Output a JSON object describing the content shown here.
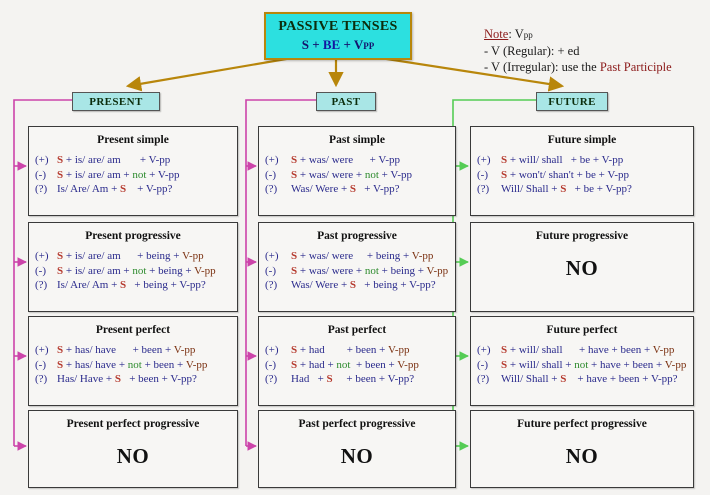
{
  "title": {
    "line1": "PASSIVE TENSES",
    "s": "S",
    "plus1": "+",
    "be": "BE",
    "plus2": "+",
    "v": "V",
    "pp": "PP"
  },
  "note": {
    "label": "Note",
    "colon": ": ",
    "head_v": "V",
    "head_pp": "pp",
    "line2": "- V (Regular):  + ed",
    "line3_pre": "- V (Irregular): use the ",
    "line3_em": "Past Participle"
  },
  "columns": [
    {
      "chip": "PRESENT",
      "accent": "#cc44aa"
    },
    {
      "chip": "PAST",
      "accent": "#cc44aa"
    },
    {
      "chip": "FUTURE",
      "accent": "#55cc55"
    }
  ],
  "cards": {
    "present_simple": {
      "header": "Present simple",
      "rows": [
        {
          "sign": "(+)",
          "parts": [
            {
              "t": "S",
              "c": "s"
            },
            {
              "t": " + is/ are/ am",
              "c": "n"
            },
            {
              "t": "       + V-pp",
              "c": "n"
            }
          ]
        },
        {
          "sign": "(-)",
          "parts": [
            {
              "t": "S",
              "c": "s"
            },
            {
              "t": " + is/ are/ am +  ",
              "c": "n"
            },
            {
              "t": "not",
              "c": "g"
            },
            {
              "t": " + V-pp",
              "c": "n"
            }
          ]
        },
        {
          "sign": "(?)",
          "parts": [
            {
              "t": "Is/ Are/ Am +  ",
              "c": "n"
            },
            {
              "t": "S",
              "c": "s"
            },
            {
              "t": "    + V-pp?",
              "c": "n"
            }
          ]
        }
      ]
    },
    "past_simple": {
      "header": "Past simple",
      "rows": [
        {
          "sign": "(+)",
          "parts": [
            {
              "t": "S",
              "c": "s"
            },
            {
              "t": " + was/ were",
              "c": "n"
            },
            {
              "t": "      + V-pp",
              "c": "n"
            }
          ]
        },
        {
          "sign": "(-)",
          "parts": [
            {
              "t": "S",
              "c": "s"
            },
            {
              "t": " + was/ were + ",
              "c": "n"
            },
            {
              "t": "not",
              "c": "g"
            },
            {
              "t": " + V-pp",
              "c": "n"
            }
          ]
        },
        {
          "sign": "(?)",
          "parts": [
            {
              "t": "Was/ Were +  ",
              "c": "n"
            },
            {
              "t": "S",
              "c": "s"
            },
            {
              "t": "   + V-pp?",
              "c": "n"
            }
          ]
        }
      ]
    },
    "future_simple": {
      "header": "Future simple",
      "rows": [
        {
          "sign": "(+)",
          "parts": [
            {
              "t": "S",
              "c": "s"
            },
            {
              "t": " + will/ shall",
              "c": "n"
            },
            {
              "t": "   + be + V-pp",
              "c": "n"
            }
          ]
        },
        {
          "sign": "(-)",
          "parts": [
            {
              "t": "S",
              "c": "s"
            },
            {
              "t": " + won't/ shan't + be + V-pp",
              "c": "n"
            }
          ]
        },
        {
          "sign": "(?)",
          "parts": [
            {
              "t": "Will/ Shall + ",
              "c": "n"
            },
            {
              "t": "S",
              "c": "s"
            },
            {
              "t": "   + be + V-pp?",
              "c": "n"
            }
          ]
        }
      ]
    },
    "present_progressive": {
      "header": "Present progressive",
      "rows": [
        {
          "sign": "(+)",
          "parts": [
            {
              "t": "S",
              "c": "s"
            },
            {
              "t": " + is/ are/ am",
              "c": "n"
            },
            {
              "t": "      + being + ",
              "c": "n"
            },
            {
              "t": "V-pp",
              "c": "v"
            }
          ]
        },
        {
          "sign": "(-)",
          "parts": [
            {
              "t": "S",
              "c": "s"
            },
            {
              "t": " + is/ are/ am + ",
              "c": "n"
            },
            {
              "t": "not",
              "c": "g"
            },
            {
              "t": " + being + ",
              "c": "n"
            },
            {
              "t": "V-pp",
              "c": "v"
            }
          ]
        },
        {
          "sign": "(?)",
          "parts": [
            {
              "t": "Is/ Are/ Am +  ",
              "c": "n"
            },
            {
              "t": "S",
              "c": "s"
            },
            {
              "t": "   + being + V-pp?",
              "c": "n"
            }
          ]
        }
      ]
    },
    "past_progressive": {
      "header": "Past progressive",
      "rows": [
        {
          "sign": "(+)",
          "parts": [
            {
              "t": "S",
              "c": "s"
            },
            {
              "t": " + was/ were",
              "c": "n"
            },
            {
              "t": "     + being + ",
              "c": "n"
            },
            {
              "t": "V-pp",
              "c": "v"
            }
          ]
        },
        {
          "sign": "(-)",
          "parts": [
            {
              "t": "S",
              "c": "s"
            },
            {
              "t": " + was/ were + ",
              "c": "n"
            },
            {
              "t": "not",
              "c": "g"
            },
            {
              "t": " + being + ",
              "c": "n"
            },
            {
              "t": "V-pp",
              "c": "v"
            }
          ]
        },
        {
          "sign": "(?)",
          "parts": [
            {
              "t": "Was/ Were + ",
              "c": "n"
            },
            {
              "t": "S",
              "c": "s"
            },
            {
              "t": "   + being + V-pp?",
              "c": "n"
            }
          ]
        }
      ]
    },
    "future_progressive": {
      "header": "Future progressive",
      "no": "NO"
    },
    "present_perfect": {
      "header": "Present perfect",
      "rows": [
        {
          "sign": "(+)",
          "parts": [
            {
              "t": "S",
              "c": "s"
            },
            {
              "t": " + has/ have",
              "c": "n"
            },
            {
              "t": "      + been  + ",
              "c": "n"
            },
            {
              "t": "V-pp",
              "c": "v"
            }
          ]
        },
        {
          "sign": "(-)",
          "parts": [
            {
              "t": "S",
              "c": "s"
            },
            {
              "t": " + has/ have + ",
              "c": "n"
            },
            {
              "t": "not",
              "c": "g"
            },
            {
              "t": " + been + ",
              "c": "n"
            },
            {
              "t": "V-pp",
              "c": "v"
            }
          ]
        },
        {
          "sign": "(?)",
          "parts": [
            {
              "t": "Has/ Have + ",
              "c": "n"
            },
            {
              "t": "S",
              "c": "s"
            },
            {
              "t": "   + been + V-pp?",
              "c": "n"
            }
          ]
        }
      ]
    },
    "past_perfect": {
      "header": "Past perfect",
      "rows": [
        {
          "sign": "(+)",
          "parts": [
            {
              "t": "S",
              "c": "s"
            },
            {
              "t": " + had",
              "c": "n"
            },
            {
              "t": "        + been + ",
              "c": "n"
            },
            {
              "t": "V-pp",
              "c": "v"
            }
          ]
        },
        {
          "sign": "(-)",
          "parts": [
            {
              "t": "S",
              "c": "s"
            },
            {
              "t": " + had + ",
              "c": "n"
            },
            {
              "t": "not",
              "c": "g"
            },
            {
              "t": "  + been + ",
              "c": "n"
            },
            {
              "t": "V-pp",
              "c": "v"
            }
          ]
        },
        {
          "sign": "(?)",
          "parts": [
            {
              "t": "Had   + ",
              "c": "n"
            },
            {
              "t": "S",
              "c": "s"
            },
            {
              "t": "     + been + V-pp?",
              "c": "n"
            }
          ]
        }
      ]
    },
    "future_perfect": {
      "header": "Future perfect",
      "rows": [
        {
          "sign": "(+)",
          "parts": [
            {
              "t": "S",
              "c": "s"
            },
            {
              "t": " + will/ shall",
              "c": "n"
            },
            {
              "t": "      + have + been + ",
              "c": "n"
            },
            {
              "t": "V-pp",
              "c": "v"
            }
          ]
        },
        {
          "sign": "(-)",
          "parts": [
            {
              "t": "S",
              "c": "s"
            },
            {
              "t": " + will/ shall + ",
              "c": "n"
            },
            {
              "t": "not",
              "c": "g"
            },
            {
              "t": " + have + been + ",
              "c": "n"
            },
            {
              "t": "V-pp",
              "c": "v"
            }
          ]
        },
        {
          "sign": "(?)",
          "parts": [
            {
              "t": "Will/ Shall + ",
              "c": "n"
            },
            {
              "t": "S",
              "c": "s"
            },
            {
              "t": "    + have + been + V-pp?",
              "c": "n"
            }
          ]
        }
      ]
    },
    "present_perfect_progressive": {
      "header": "Present perfect progressive",
      "no": "NO"
    },
    "past_perfect_progressive": {
      "header": "Past perfect progressive",
      "no": "NO"
    },
    "future_perfect_progressive": {
      "header": "Future perfect progressive",
      "no": "NO"
    }
  },
  "colors": {
    "title_fill": "#2ce0e0",
    "title_border": "#b8860b",
    "chip_fill": "#a9e6e6",
    "arrow_gold": "#b8860b",
    "connector_pink": "#cc44aa",
    "connector_green": "#55cc55",
    "subject_red": "#b5392d",
    "not_green": "#2e8b2e",
    "vpp_brown": "#7a3010",
    "body_blue": "#2a2a8c",
    "background": "#f4f3f1"
  }
}
